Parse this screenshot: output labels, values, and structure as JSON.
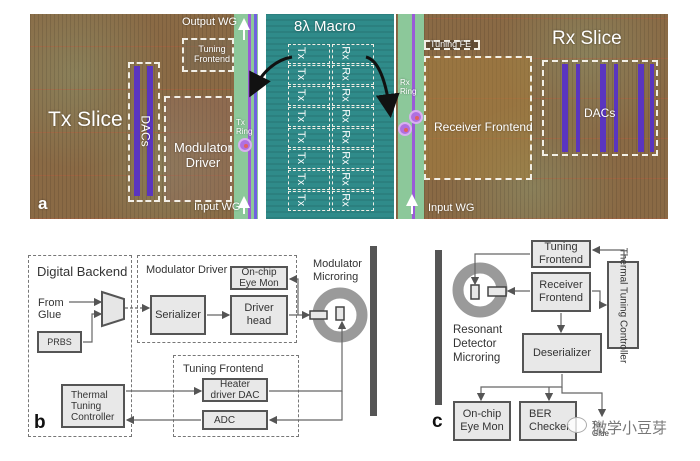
{
  "panel_a": {
    "label": "a",
    "macro_title": "8λ Macro",
    "tx": {
      "slice_label": "Tx Slice",
      "dacs_label": "DACs",
      "modulator_driver_label_line1": "Modulator",
      "modulator_driver_label_line2": "Driver",
      "tuning_frontend_line1": "Tuning",
      "tuning_frontend_line2": "Frontend",
      "ring_line1": "Tx",
      "ring_line2": "Ring",
      "output_wg": "Output WG",
      "input_wg": "Input WG"
    },
    "macro_cells": [
      {
        "tx": "Tx",
        "rx": "Rx"
      },
      {
        "tx": "Tx",
        "rx": "Rx"
      },
      {
        "tx": "Tx",
        "rx": "Rx"
      },
      {
        "tx": "Tx",
        "rx": "Rx"
      },
      {
        "tx": "Tx",
        "rx": "Rx"
      },
      {
        "tx": "Tx",
        "rx": "Rx"
      },
      {
        "tx": "Tx",
        "rx": "Rx"
      },
      {
        "tx": "Tx",
        "rx": "Rx"
      }
    ],
    "rx": {
      "slice_label": "Rx Slice",
      "dacs_label": "DACs",
      "receiver_frontend_label": "Receiver Frontend",
      "tuning_fe_label": "Tuning FE",
      "ring_line1": "Rx",
      "ring_line2": "Ring",
      "input_wg": "Input WG"
    },
    "colors": {
      "die_bg": "#8a6a45",
      "macro_bg": "#2f8b8a",
      "waveguide": "#8cc89a",
      "dac_purple": "#5a35c0",
      "ring_purple": "#b070e0"
    }
  },
  "panel_b": {
    "label": "b",
    "digital_backend": "Digital Backend",
    "from_glue_line1": "From",
    "from_glue_line2": "Glue",
    "prbs": "PRBS",
    "modulator_driver": "Modulator Driver",
    "serializer": "Serializer",
    "driver_head_line1": "Driver",
    "driver_head_line2": "head",
    "eye_mon_line1": "On-chip",
    "eye_mon_line2": "Eye Mon",
    "microring_line1": "Modulator",
    "microring_line2": "Microring",
    "tuning_frontend": "Tuning Frontend",
    "heater_line1": "Heater",
    "heater_line2": "driver DAC",
    "adc": "ADC",
    "thermal_line1": "Thermal",
    "thermal_line2": "Tuning",
    "thermal_line3": "Controller"
  },
  "panel_c": {
    "label": "c",
    "tuning_frontend_line1": "Tuning",
    "tuning_frontend_line2": "Frontend",
    "receiver_frontend_line1": "Receiver",
    "receiver_frontend_line2": "Frontend",
    "thermal_controller": "Thermal Tuning Controller",
    "microring_line1": "Resonant",
    "microring_line2": "Detector",
    "microring_line3": "Microring",
    "deserializer": "Deserializer",
    "eye_mon_line1": "On-chip",
    "eye_mon_line2": "Eye Mon",
    "ber_line1": "BER",
    "ber_line2": "Checker",
    "to_glue_line1": "To",
    "to_glue_line2": "Glue"
  },
  "watermark": "微学小豆芽"
}
